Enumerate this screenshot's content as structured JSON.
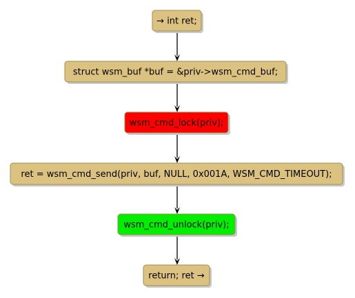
{
  "colors": {
    "default_node": "#dcc280",
    "lock_node": "#ff0000",
    "unlock_node": "#00ee00",
    "node_border": "#a08c50",
    "edge": "#000000"
  },
  "nodes": [
    {
      "id": "decl-ret",
      "label": "→ int ret;",
      "fill": "#dcc280"
    },
    {
      "id": "decl-buf",
      "label": "struct wsm_buf *buf = &priv->wsm_cmd_buf;",
      "fill": "#dcc280"
    },
    {
      "id": "lock",
      "label": "wsm_cmd_lock(priv);",
      "fill": "#ff0000"
    },
    {
      "id": "send",
      "label": "ret = wsm_cmd_send(priv, buf, NULL, 0x001A, WSM_CMD_TIMEOUT);",
      "fill": "#dcc280"
    },
    {
      "id": "unlock",
      "label": "wsm_cmd_unlock(priv);",
      "fill": "#00ee00"
    },
    {
      "id": "return",
      "label": "return; ret →",
      "fill": "#dcc280"
    }
  ],
  "edges": [
    {
      "from": "decl-ret",
      "to": "decl-buf"
    },
    {
      "from": "decl-buf",
      "to": "lock"
    },
    {
      "from": "lock",
      "to": "send"
    },
    {
      "from": "send",
      "to": "unlock"
    },
    {
      "from": "unlock",
      "to": "return"
    }
  ]
}
